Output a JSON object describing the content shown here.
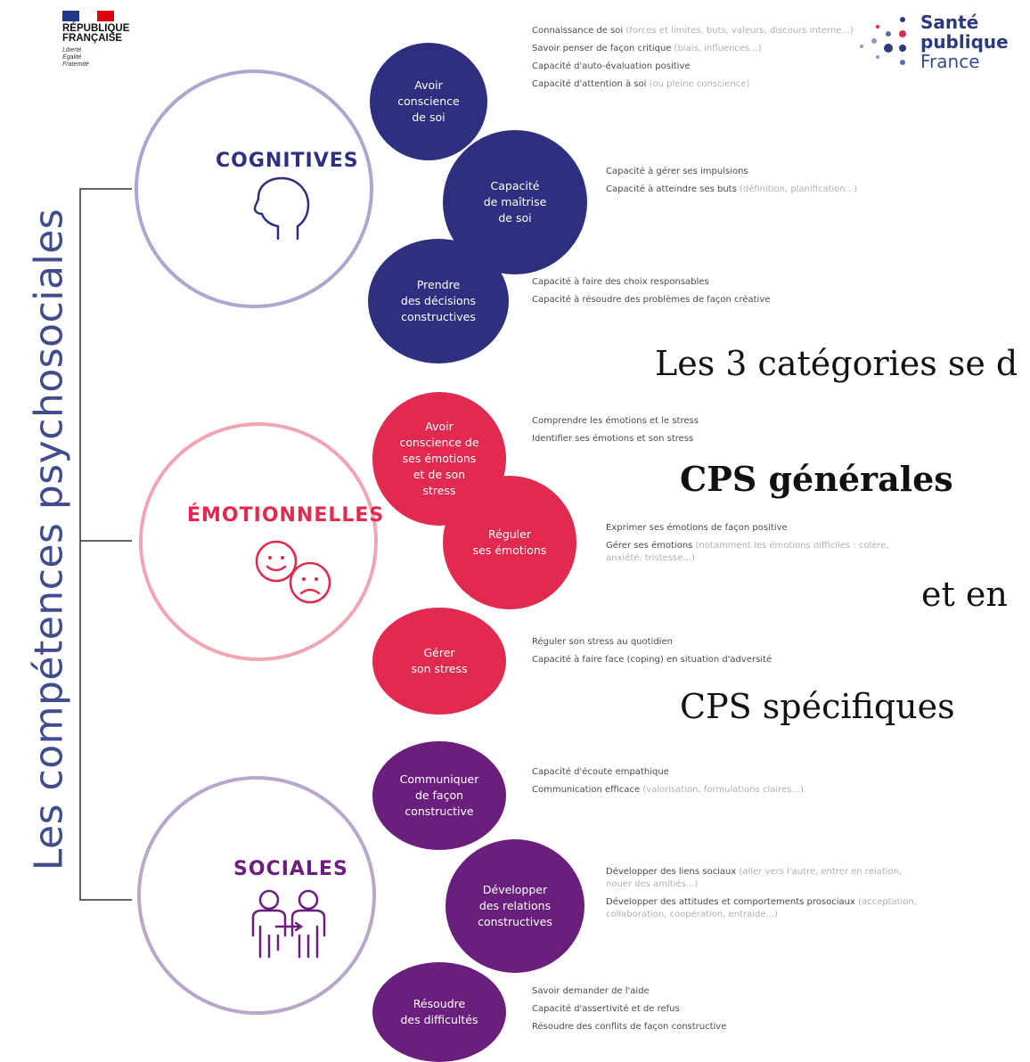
{
  "vertical_title": "Les compétences psychosociales",
  "logos": {
    "republique": {
      "line1": "RÉPUBLIQUE",
      "line2": "FRANÇAISE",
      "motto": [
        "Liberté",
        "Égalité",
        "Fraternité"
      ]
    },
    "sante_publique": {
      "line1": "Santé",
      "line2": "publique",
      "line3": "France"
    }
  },
  "colors": {
    "cognitive": "#2e2f7e",
    "cognitive_ring": "#a9a8cf",
    "emotional": "#e2294f",
    "emotional_ring": "#f0a6b2",
    "social": "#6b1f7c",
    "social_ring": "#b8a7c8",
    "title": "#404c8c"
  },
  "categories": [
    {
      "name": "COGNITIVES",
      "icon": "head-profile-icon",
      "competences": [
        {
          "label": [
            "Avoir",
            "conscience",
            "de soi"
          ],
          "items": [
            {
              "text": "Connaissance de soi",
              "hint": "(forces et limites, buts, valeurs, discours interne...)"
            },
            {
              "text": "Savoir penser de façon critique",
              "hint": "(biais, influences...)"
            },
            {
              "text": "Capacité d'auto-évaluation positive",
              "hint": ""
            },
            {
              "text": "Capacité d'attention à soi",
              "hint": "(ou pleine conscience)"
            }
          ]
        },
        {
          "label": [
            "Capacité",
            "de maîtrise",
            "de soi"
          ],
          "items": [
            {
              "text": "Capacité à gérer ses impulsions",
              "hint": ""
            },
            {
              "text": "Capacité à atteindre ses buts",
              "hint": "(définition, planification...)"
            }
          ]
        },
        {
          "label": [
            "Prendre",
            "des décisions",
            "constructives"
          ],
          "items": [
            {
              "text": "Capacité à faire des choix responsables",
              "hint": ""
            },
            {
              "text": "Capacité à résoudre des problèmes de façon créative",
              "hint": ""
            }
          ]
        }
      ]
    },
    {
      "name": "ÉMOTIONNELLES",
      "icon": "smiley-faces-icon",
      "competences": [
        {
          "label": [
            "Avoir",
            "conscience de",
            "ses émotions",
            "et de son",
            "stress"
          ],
          "items": [
            {
              "text": "Comprendre les émotions et le stress",
              "hint": ""
            },
            {
              "text": "Identifier ses émotions et son stress",
              "hint": ""
            }
          ]
        },
        {
          "label": [
            "Réguler",
            "ses émotions"
          ],
          "items": [
            {
              "text": "Exprimer ses émotions de façon positive",
              "hint": ""
            },
            {
              "text": "Gérer ses émotions",
              "hint": "(notamment les émotions difficiles : colère, anxiété, tristesse...)"
            }
          ]
        },
        {
          "label": [
            "Gérer",
            "son stress"
          ],
          "items": [
            {
              "text": "Réguler son stress au quotidien",
              "hint": ""
            },
            {
              "text": "Capacité à faire face (coping) en situation d'adversité",
              "hint": ""
            }
          ]
        }
      ]
    },
    {
      "name": "SOCIALES",
      "icon": "people-exchange-icon",
      "competences": [
        {
          "label": [
            "Communiquer",
            "de façon",
            "constructive"
          ],
          "items": [
            {
              "text": "Capacité d'écoute empathique",
              "hint": ""
            },
            {
              "text": "Communication efficace",
              "hint": "(valorisation, formulations claires...)"
            }
          ]
        },
        {
          "label": [
            "Développer",
            "des relations",
            "constructives"
          ],
          "items": [
            {
              "text": "Développer des liens sociaux",
              "hint": "(aller vers l'autre, entrer en relation, nouer des amitiés...)"
            },
            {
              "text": "Développer des attitudes et comportements prosociaux",
              "hint": "(acceptation, collaboration, coopération, entraide...)"
            }
          ]
        },
        {
          "label": [
            "Résoudre",
            "des difficultés"
          ],
          "items": [
            {
              "text": "Savoir demander de l'aide",
              "hint": ""
            },
            {
              "text": "Capacité d'assertivité et de refus",
              "hint": ""
            },
            {
              "text": "Résoudre des conflits de façon constructive",
              "hint": ""
            }
          ]
        }
      ]
    }
  ],
  "side_notes": {
    "line1": "Les 3 catégories se d",
    "line2": "CPS générales",
    "line3": "et en",
    "line4": "CPS spécifiques"
  }
}
